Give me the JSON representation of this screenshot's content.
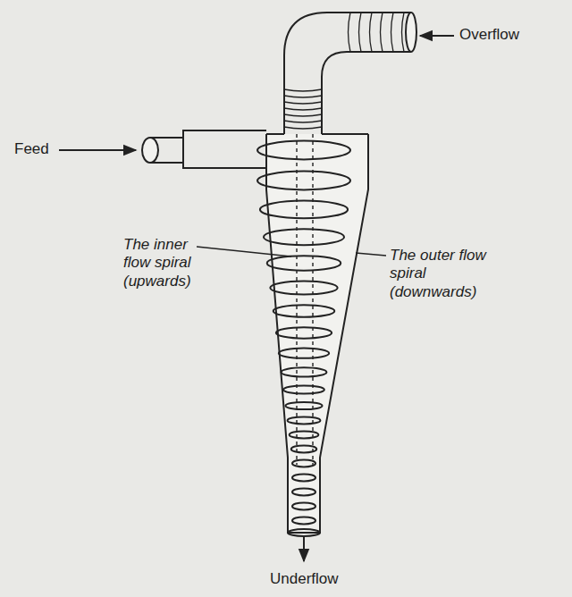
{
  "diagram": {
    "labels": [
      "Overflow",
      "Feed",
      "The inner flow spiral (upwards)",
      "The outer flow spiral (downwards)",
      "Underflow"
    ]
  }
}
